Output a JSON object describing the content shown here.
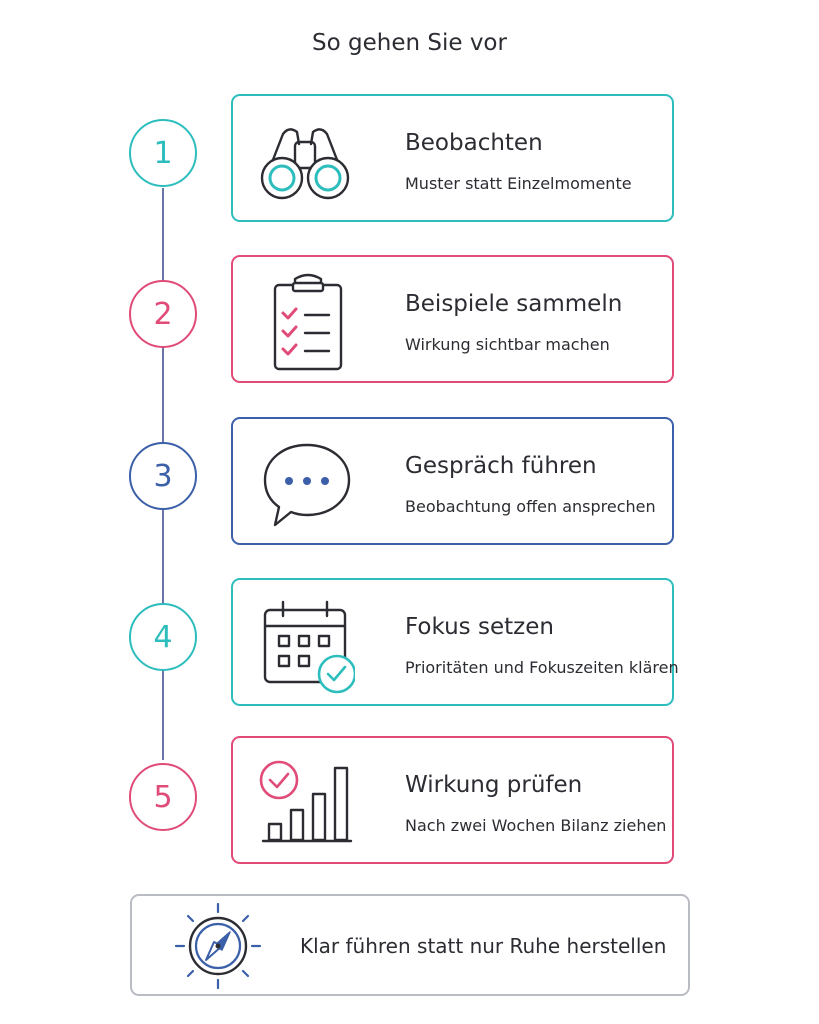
{
  "title": "So gehen Sie vor",
  "colors": {
    "teal": "#2dbdbd",
    "pink": "#e04b78",
    "blue": "#3b5fa8",
    "connector": "#6a74a6",
    "ink": "#2b2d33",
    "summary_border": "#b9bcc3"
  },
  "steps": [
    {
      "number": "1",
      "title": "Beobachten",
      "description": "Muster statt Einzelmomente",
      "icon": "binoculars-icon",
      "accent": "#2dbdbd"
    },
    {
      "number": "2",
      "title": "Beispiele sammeln",
      "description": "Wirkung sichtbar machen",
      "icon": "clipboard-checklist-icon",
      "accent": "#e04b78"
    },
    {
      "number": "3",
      "title": "Gespräch führen",
      "description": "Beobachtung offen ansprechen",
      "icon": "speech-bubble-icon",
      "accent": "#3b5fa8"
    },
    {
      "number": "4",
      "title": "Fokus setzen",
      "description": "Prioritäten und Fokuszeiten klären",
      "icon": "calendar-check-icon",
      "accent": "#2dbdbd"
    },
    {
      "number": "5",
      "title": "Wirkung prüfen",
      "description": "Nach zwei Wochen Bilanz ziehen",
      "icon": "bar-chart-check-icon",
      "accent": "#e04b78"
    }
  ],
  "summary": {
    "text": "Klar führen statt nur Ruhe herstellen",
    "icon": "compass-icon"
  }
}
